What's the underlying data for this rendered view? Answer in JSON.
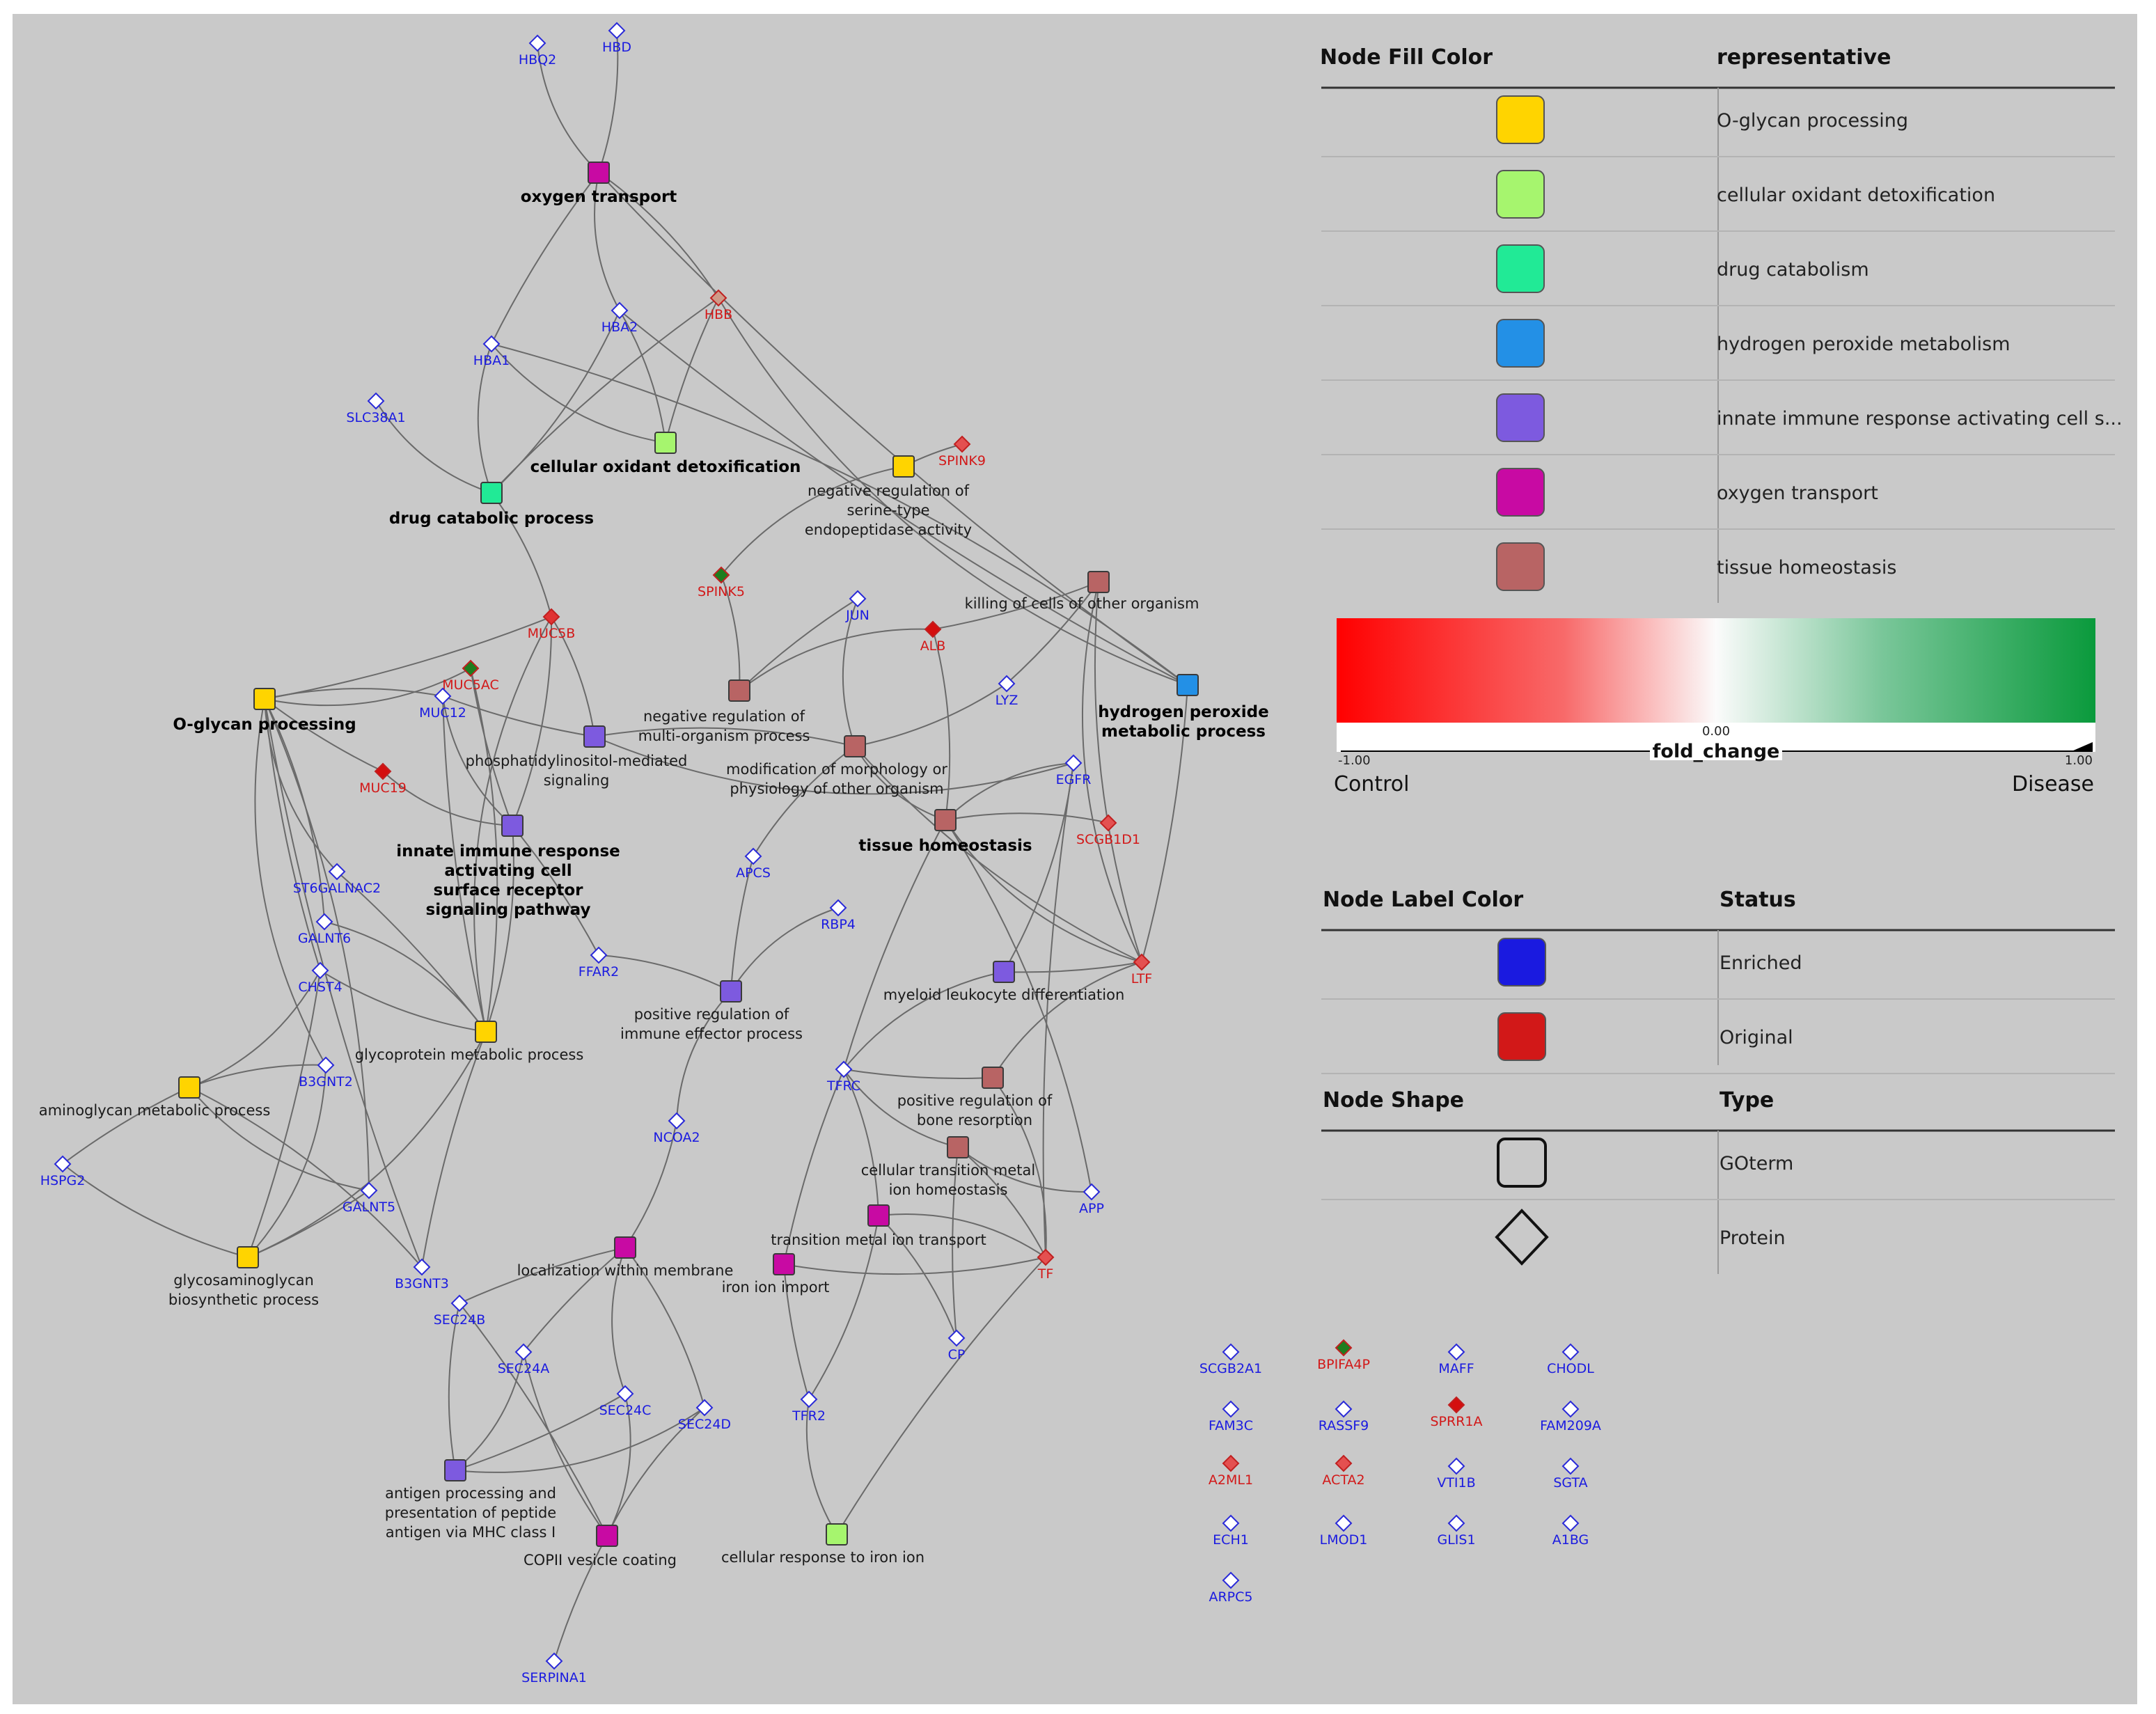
{
  "colors": {
    "O-glycan": "#ffd400",
    "oxidant": "#a6f56e",
    "drug": "#21ea96",
    "h2o2": "#2390e6",
    "innate": "#7d5adf",
    "oxygen": "#c80aa3",
    "tissue": "#b86464",
    "enriched": "#1a1ae0",
    "original": "#d21818"
  },
  "terms": [
    {
      "id": "t_oxygen",
      "label": "oxygen transport",
      "color": "oxygen",
      "bold": true
    },
    {
      "id": "t_oxidant",
      "label": "cellular oxidant detoxification",
      "color": "oxidant",
      "bold": true
    },
    {
      "id": "t_drug",
      "label": "drug catabolic process",
      "color": "drug",
      "bold": true
    },
    {
      "id": "t_serine",
      "label": "negative regulation of serine-type endopeptidase activity",
      "color": "O-glycan",
      "bold": false
    },
    {
      "id": "t_killing",
      "label": "killing of cells of other organism",
      "color": "tissue",
      "bold": false
    },
    {
      "id": "t_h2o2",
      "label": "hydrogen peroxide metabolic process",
      "color": "h2o2",
      "bold": true
    },
    {
      "id": "t_oglycan",
      "label": "O-glycan processing",
      "color": "O-glycan",
      "bold": true
    },
    {
      "id": "t_negmulti",
      "label": "negative regulation of multi-organism process",
      "color": "tissue",
      "bold": false
    },
    {
      "id": "t_pi",
      "label": "phosphatidylinositol-mediated signaling",
      "color": "innate",
      "bold": false
    },
    {
      "id": "t_morph",
      "label": "modification of morphology or physiology of other organism",
      "color": "tissue",
      "bold": false
    },
    {
      "id": "t_innate",
      "label": "innate immune response activating cell surface receptor signaling pathway",
      "color": "innate",
      "bold": true
    },
    {
      "id": "t_tissue",
      "label": "tissue homeostasis",
      "color": "tissue",
      "bold": true
    },
    {
      "id": "t_posimm",
      "label": "positive regulation of immune effector process",
      "color": "innate",
      "bold": false
    },
    {
      "id": "t_myeloid",
      "label": "myeloid leukocyte differentiation",
      "color": "innate",
      "bold": false
    },
    {
      "id": "t_glycoprot",
      "label": "glycoprotein metabolic process",
      "color": "O-glycan",
      "bold": false
    },
    {
      "id": "t_aminogly",
      "label": "aminoglycan metabolic process",
      "color": "O-glycan",
      "bold": false
    },
    {
      "id": "t_bone",
      "label": "positive regulation of bone resorption",
      "color": "tissue",
      "bold": false
    },
    {
      "id": "t_transion",
      "label": "cellular transition metal ion homeostasis",
      "color": "tissue",
      "bold": false
    },
    {
      "id": "t_tmetal",
      "label": "transition metal ion transport",
      "color": "oxygen",
      "bold": false
    },
    {
      "id": "t_iron",
      "label": "iron ion import",
      "color": "oxygen",
      "bold": false
    },
    {
      "id": "t_localiz",
      "label": "localization within membrane",
      "color": "oxygen",
      "bold": false
    },
    {
      "id": "t_gag",
      "label": "glycosaminoglycan biosynthetic process",
      "color": "O-glycan",
      "bold": false
    },
    {
      "id": "t_antigen",
      "label": "antigen processing and presentation of peptide antigen via MHC class I",
      "color": "innate",
      "bold": false
    },
    {
      "id": "t_copii",
      "label": "COPII vesicle coating",
      "color": "oxygen",
      "bold": false
    },
    {
      "id": "t_cellir",
      "label": "cellular response to iron ion",
      "color": "oxidant",
      "bold": false
    }
  ],
  "proteins": [
    {
      "id": "HBQ2",
      "fill": "white",
      "status": "enriched"
    },
    {
      "id": "HBD",
      "fill": "white",
      "status": "enriched"
    },
    {
      "id": "HBA2",
      "fill": "white",
      "status": "enriched"
    },
    {
      "id": "HBB",
      "fill": "#cf9a88",
      "status": "original"
    },
    {
      "id": "HBA1",
      "fill": "white",
      "status": "enriched"
    },
    {
      "id": "SLC38A1",
      "fill": "white",
      "status": "enriched"
    },
    {
      "id": "SPINK9",
      "fill": "#e45050",
      "status": "original"
    },
    {
      "id": "SPINK5",
      "fill": "#1e7d1e",
      "status": "original"
    },
    {
      "id": "JUN",
      "fill": "white",
      "status": "enriched"
    },
    {
      "id": "ALB",
      "fill": "#d40f0f",
      "status": "original"
    },
    {
      "id": "MUC5B",
      "fill": "#e03232",
      "status": "original"
    },
    {
      "id": "MUC5AC",
      "fill": "#1e7d1e",
      "status": "original"
    },
    {
      "id": "MUC12",
      "fill": "white",
      "status": "enriched"
    },
    {
      "id": "LYZ",
      "fill": "white",
      "status": "enriched"
    },
    {
      "id": "MUC19",
      "fill": "#d40f0f",
      "status": "original"
    },
    {
      "id": "EGFR",
      "fill": "white",
      "status": "enriched"
    },
    {
      "id": "SCGB1D1",
      "fill": "#e45050",
      "status": "original"
    },
    {
      "id": "APCS",
      "fill": "white",
      "status": "enriched"
    },
    {
      "id": "ST6GALNAC2",
      "fill": "white",
      "status": "enriched"
    },
    {
      "id": "GALNT6",
      "fill": "white",
      "status": "enriched"
    },
    {
      "id": "RBP4",
      "fill": "white",
      "status": "enriched"
    },
    {
      "id": "FFAR2",
      "fill": "white",
      "status": "enriched"
    },
    {
      "id": "LTF",
      "fill": "#e45050",
      "status": "original"
    },
    {
      "id": "CHST4",
      "fill": "white",
      "status": "enriched"
    },
    {
      "id": "B3GNT2",
      "fill": "white",
      "status": "enriched"
    },
    {
      "id": "TFRC",
      "fill": "white",
      "status": "enriched"
    },
    {
      "id": "NCOA2",
      "fill": "white",
      "status": "enriched"
    },
    {
      "id": "HSPG2",
      "fill": "white",
      "status": "enriched"
    },
    {
      "id": "GALNT5",
      "fill": "white",
      "status": "enriched"
    },
    {
      "id": "APP",
      "fill": "white",
      "status": "enriched"
    },
    {
      "id": "B3GNT3",
      "fill": "white",
      "status": "enriched"
    },
    {
      "id": "TF",
      "fill": "#e45050",
      "status": "original"
    },
    {
      "id": "SEC24B",
      "fill": "white",
      "status": "enriched"
    },
    {
      "id": "CP",
      "fill": "white",
      "status": "enriched"
    },
    {
      "id": "SEC24A",
      "fill": "white",
      "status": "enriched"
    },
    {
      "id": "SEC24C",
      "fill": "white",
      "status": "enriched"
    },
    {
      "id": "SEC24D",
      "fill": "white",
      "status": "enriched"
    },
    {
      "id": "TFR2",
      "fill": "white",
      "status": "enriched"
    },
    {
      "id": "SERPINA1",
      "fill": "white",
      "status": "enriched"
    },
    {
      "id": "SCGB2A1",
      "fill": "white",
      "status": "enriched"
    },
    {
      "id": "BPIFA4P",
      "fill": "#1e7d1e",
      "status": "original"
    },
    {
      "id": "MAFF",
      "fill": "white",
      "status": "enriched"
    },
    {
      "id": "CHODL",
      "fill": "white",
      "status": "enriched"
    },
    {
      "id": "FAM3C",
      "fill": "white",
      "status": "enriched"
    },
    {
      "id": "RASSF9",
      "fill": "white",
      "status": "enriched"
    },
    {
      "id": "SPRR1A",
      "fill": "#d40f0f",
      "status": "original"
    },
    {
      "id": "FAM209A",
      "fill": "white",
      "status": "enriched"
    },
    {
      "id": "A2ML1",
      "fill": "#e45050",
      "status": "original"
    },
    {
      "id": "ACTA2",
      "fill": "#e45050",
      "status": "original"
    },
    {
      "id": "VTI1B",
      "fill": "white",
      "status": "enriched"
    },
    {
      "id": "SGTA",
      "fill": "white",
      "status": "enriched"
    },
    {
      "id": "ECH1",
      "fill": "white",
      "status": "enriched"
    },
    {
      "id": "LMOD1",
      "fill": "white",
      "status": "enriched"
    },
    {
      "id": "GLIS1",
      "fill": "white",
      "status": "enriched"
    },
    {
      "id": "A1BG",
      "fill": "white",
      "status": "enriched"
    },
    {
      "id": "ARPC5",
      "fill": "white",
      "status": "enriched"
    }
  ],
  "edges": [
    [
      "HBQ2",
      "t_oxygen"
    ],
    [
      "HBD",
      "t_oxygen"
    ],
    [
      "t_oxygen",
      "HBA1"
    ],
    [
      "t_oxygen",
      "HBA2"
    ],
    [
      "t_oxygen",
      "HBB"
    ],
    [
      "t_oxygen",
      "t_h2o2"
    ],
    [
      "HBA1",
      "t_oxidant"
    ],
    [
      "HBA2",
      "t_oxidant"
    ],
    [
      "HBB",
      "t_oxidant"
    ],
    [
      "HBA1",
      "t_drug"
    ],
    [
      "HBA2",
      "t_drug"
    ],
    [
      "HBB",
      "t_drug"
    ],
    [
      "SLC38A1",
      "t_drug"
    ],
    [
      "HBA1",
      "t_h2o2"
    ],
    [
      "HBA2",
      "t_h2o2"
    ],
    [
      "HBB",
      "t_h2o2"
    ],
    [
      "t_drug",
      "MUC5B"
    ],
    [
      "SPINK9",
      "t_serine"
    ],
    [
      "t_serine",
      "SPINK5"
    ],
    [
      "SPINK5",
      "t_negmulti"
    ],
    [
      "ALB",
      "t_killing"
    ],
    [
      "ALB",
      "t_negmulti"
    ],
    [
      "ALB",
      "t_tissue"
    ],
    [
      "JUN",
      "t_negmulti"
    ],
    [
      "JUN",
      "t_morph"
    ],
    [
      "LYZ",
      "t_morph"
    ],
    [
      "LYZ",
      "t_killing"
    ],
    [
      "EGFR",
      "t_tissue"
    ],
    [
      "EGFR",
      "t_myeloid"
    ],
    [
      "t_oglycan",
      "MUC5B"
    ],
    [
      "t_oglycan",
      "MUC5AC"
    ],
    [
      "t_oglycan",
      "MUC12"
    ],
    [
      "t_oglycan",
      "MUC19"
    ],
    [
      "t_oglycan",
      "ST6GALNAC2"
    ],
    [
      "t_oglycan",
      "GALNT6"
    ],
    [
      "t_oglycan",
      "CHST4"
    ],
    [
      "t_oglycan",
      "B3GNT2"
    ],
    [
      "t_oglycan",
      "GALNT5"
    ],
    [
      "t_oglycan",
      "B3GNT3"
    ],
    [
      "MUC5B",
      "t_glycoprot"
    ],
    [
      "MUC5AC",
      "t_glycoprot"
    ],
    [
      "MUC12",
      "t_glycoprot"
    ],
    [
      "MUC19",
      "t_innate"
    ],
    [
      "MUC5B",
      "t_innate"
    ],
    [
      "MUC5AC",
      "t_innate"
    ],
    [
      "MUC12",
      "t_innate"
    ],
    [
      "MUC5B",
      "t_pi"
    ],
    [
      "MUC12",
      "t_pi"
    ],
    [
      "t_pi",
      "EGFR"
    ],
    [
      "t_pi",
      "t_morph"
    ],
    [
      "t_glycoprot",
      "ST6GALNAC2"
    ],
    [
      "t_glycoprot",
      "GALNT6"
    ],
    [
      "t_glycoprot",
      "CHST4"
    ],
    [
      "t_glycoprot",
      "B3GNT3"
    ],
    [
      "t_aminogly",
      "CHST4"
    ],
    [
      "t_aminogly",
      "B3GNT2"
    ],
    [
      "t_aminogly",
      "HSPG2"
    ],
    [
      "t_aminogly",
      "GALNT5"
    ],
    [
      "t_aminogly",
      "B3GNT3"
    ],
    [
      "t_gag",
      "CHST4"
    ],
    [
      "t_gag",
      "B3GNT2"
    ],
    [
      "t_gag",
      "HSPG2"
    ],
    [
      "t_gag",
      "GALNT5"
    ],
    [
      "t_gag",
      "t_glycoprot"
    ],
    [
      "APCS",
      "t_morph"
    ],
    [
      "APCS",
      "t_posimm"
    ],
    [
      "RBP4",
      "t_posimm"
    ],
    [
      "FFAR2",
      "t_posimm"
    ],
    [
      "FFAR2",
      "t_innate"
    ],
    [
      "t_posimm",
      "NCOA2"
    ],
    [
      "NCOA2",
      "t_localiz"
    ],
    [
      "t_tissue",
      "TFRC"
    ],
    [
      "t_tissue",
      "LTF"
    ],
    [
      "t_tissue",
      "SCGB1D1"
    ],
    [
      "t_myeloid",
      "LTF"
    ],
    [
      "t_myeloid",
      "TFRC"
    ],
    [
      "LTF",
      "t_killing"
    ],
    [
      "LTF",
      "t_h2o2"
    ],
    [
      "LTF",
      "t_bone"
    ],
    [
      "LTF",
      "t_morph"
    ],
    [
      "TFRC",
      "t_bone"
    ],
    [
      "TFRC",
      "t_transion"
    ],
    [
      "TFRC",
      "t_tmetal"
    ],
    [
      "TFRC",
      "t_iron"
    ],
    [
      "t_transion",
      "APP"
    ],
    [
      "t_transion",
      "TF"
    ],
    [
      "t_transion",
      "CP"
    ],
    [
      "TF",
      "t_tmetal"
    ],
    [
      "TF",
      "t_iron"
    ],
    [
      "TF",
      "t_cellir"
    ],
    [
      "TF",
      "t_bone"
    ],
    [
      "t_tmetal",
      "TFR2"
    ],
    [
      "t_iron",
      "TFR2"
    ],
    [
      "TFR2",
      "t_cellir"
    ],
    [
      "t_tmetal",
      "CP"
    ],
    [
      "t_localiz",
      "SEC24A"
    ],
    [
      "t_localiz",
      "SEC24C"
    ],
    [
      "t_localiz",
      "SEC24D"
    ],
    [
      "t_localiz",
      "SEC24B"
    ],
    [
      "t_antigen",
      "SEC24A"
    ],
    [
      "t_antigen",
      "SEC24B"
    ],
    [
      "t_antigen",
      "SEC24C"
    ],
    [
      "t_antigen",
      "SEC24D"
    ],
    [
      "t_copii",
      "SEC24A"
    ],
    [
      "t_copii",
      "SEC24B"
    ],
    [
      "t_copii",
      "SEC24C"
    ],
    [
      "t_copii",
      "SEC24D"
    ],
    [
      "t_copii",
      "SERPINA1"
    ],
    [
      "t_killing",
      "LTF"
    ],
    [
      "t_tissue",
      "APP"
    ],
    [
      "EGFR",
      "TF"
    ],
    [
      "t_morph",
      "t_tissue"
    ],
    [
      "t_innate",
      "t_glycoprot"
    ]
  ],
  "legend": {
    "fill": {
      "heading1": "Node Fill Color",
      "heading2": "representative",
      "rows": [
        {
          "color": "O-glycan",
          "label": "O-glycan processing"
        },
        {
          "color": "oxidant",
          "label": "cellular oxidant detoxification"
        },
        {
          "color": "drug",
          "label": "drug catabolism"
        },
        {
          "color": "h2o2",
          "label": "hydrogen peroxide metabolism"
        },
        {
          "color": "innate",
          "label": "innate immune response activating cell s..."
        },
        {
          "color": "oxygen",
          "label": "oxygen transport"
        },
        {
          "color": "tissue",
          "label": "tissue homeostasis"
        }
      ]
    },
    "gradient": {
      "title": "fold_change",
      "min": "-1.00",
      "mid": "0.00",
      "max": "1.00",
      "left": "Control",
      "right": "Disease"
    },
    "label_color": {
      "heading1": "Node Label Color",
      "heading2": "Status",
      "rows": [
        {
          "color": "enriched",
          "label": "Enriched"
        },
        {
          "color": "original",
          "label": "Original"
        }
      ]
    },
    "shape": {
      "heading1": "Node Shape",
      "heading2": "Type",
      "rows": [
        {
          "shape": "square",
          "label": "GOterm"
        },
        {
          "shape": "diamond",
          "label": "Protein"
        }
      ]
    }
  }
}
